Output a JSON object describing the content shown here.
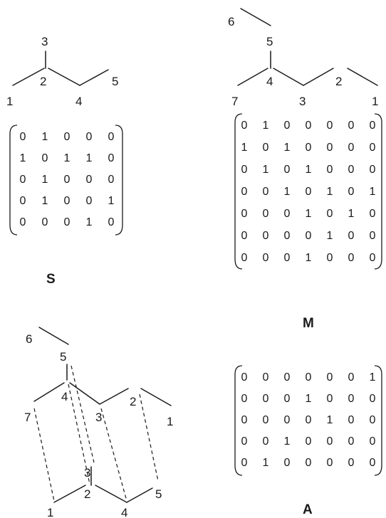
{
  "graphs": {
    "S": {
      "labels": [
        "1",
        "2",
        "3",
        "4",
        "5"
      ],
      "caption": "S"
    },
    "M": {
      "labels": [
        "1",
        "2",
        "3",
        "4",
        "5",
        "6",
        "7"
      ],
      "caption": "M"
    },
    "A": {
      "caption": "A"
    }
  },
  "matrices": {
    "S": [
      [
        "0",
        "1",
        "0",
        "0",
        "0"
      ],
      [
        "1",
        "0",
        "1",
        "1",
        "0"
      ],
      [
        "0",
        "1",
        "0",
        "0",
        "0"
      ],
      [
        "0",
        "1",
        "0",
        "0",
        "1"
      ],
      [
        "0",
        "0",
        "0",
        "1",
        "0"
      ]
    ],
    "M": [
      [
        "0",
        "1",
        "0",
        "0",
        "0",
        "0",
        "0"
      ],
      [
        "1",
        "0",
        "1",
        "0",
        "0",
        "0",
        "0"
      ],
      [
        "0",
        "1",
        "0",
        "1",
        "0",
        "0",
        "0"
      ],
      [
        "0",
        "0",
        "1",
        "0",
        "1",
        "0",
        "1"
      ],
      [
        "0",
        "0",
        "0",
        "1",
        "0",
        "1",
        "0"
      ],
      [
        "0",
        "0",
        "0",
        "0",
        "1",
        "0",
        "0"
      ],
      [
        "0",
        "0",
        "0",
        "1",
        "0",
        "0",
        "0"
      ]
    ],
    "A": [
      [
        "0",
        "0",
        "0",
        "0",
        "0",
        "0",
        "1"
      ],
      [
        "0",
        "0",
        "0",
        "1",
        "0",
        "0",
        "0"
      ],
      [
        "0",
        "0",
        "0",
        "0",
        "1",
        "0",
        "0"
      ],
      [
        "0",
        "0",
        "1",
        "0",
        "0",
        "0",
        "0"
      ],
      [
        "0",
        "1",
        "0",
        "0",
        "0",
        "0",
        "0"
      ]
    ]
  }
}
